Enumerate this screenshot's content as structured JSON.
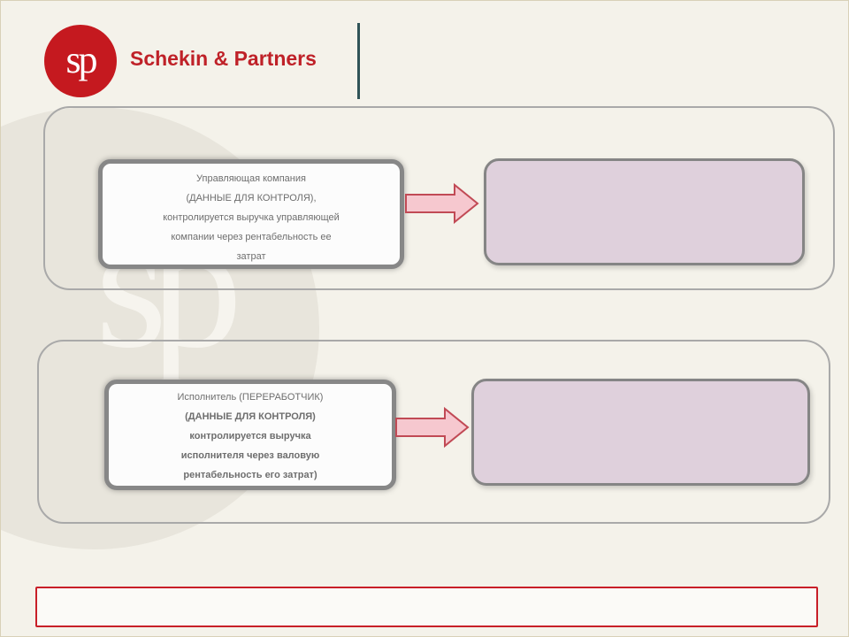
{
  "brand": {
    "monogram": "sp",
    "name": "Schekin & Partners",
    "accent_color": "#c5191f"
  },
  "diagram": {
    "upper": {
      "source_lines": [
        "Управляющая компания",
        "(ДАННЫЕ ДЛЯ КОНТРОЛЯ),",
        "контролируется выручка управляющей",
        "компании через рентабельность ее",
        "затрат"
      ],
      "target_text": ""
    },
    "lower": {
      "source_lines": [
        "Исполнитель (ПЕРЕРАБОТЧИК)",
        "(ДАННЫЕ ДЛЯ КОНТРОЛЯ)",
        "контролируется выручка",
        "исполнителя через валовую",
        "рентабельность его затрат)"
      ],
      "target_text": ""
    }
  },
  "footer": {
    "text": ""
  }
}
